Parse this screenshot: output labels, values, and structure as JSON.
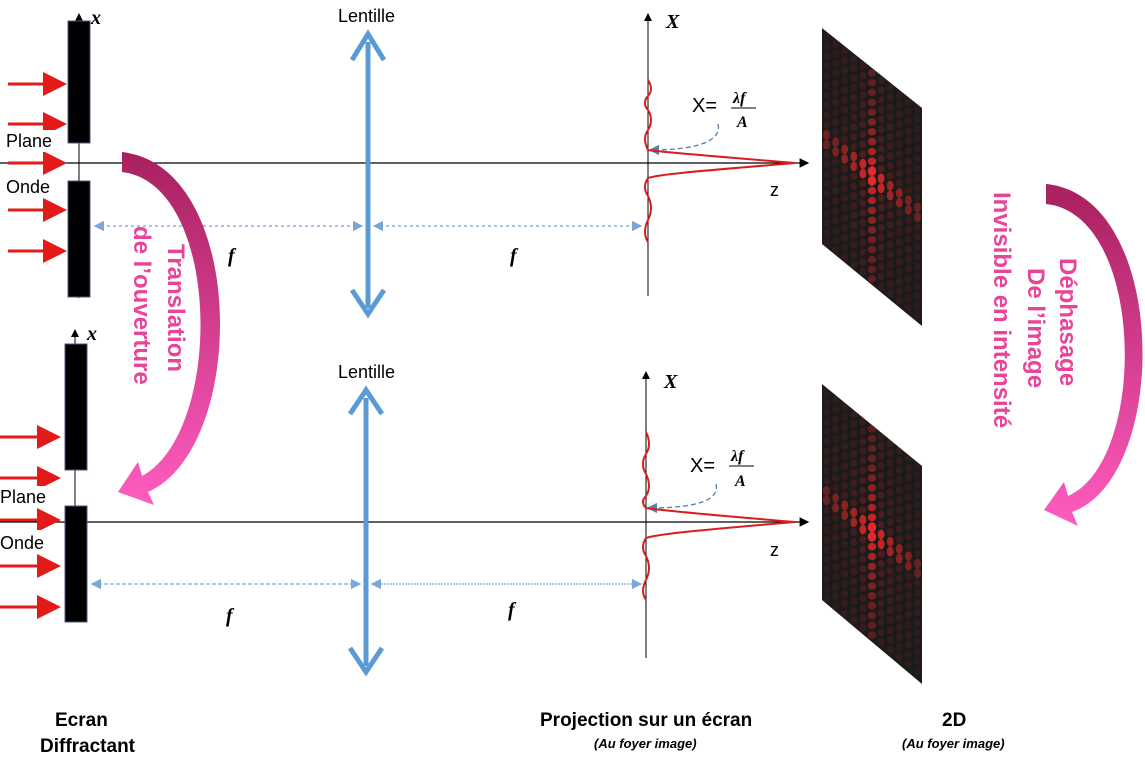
{
  "top": {
    "axis_label_x": "x",
    "wave_label_1": "Plane",
    "wave_label_2": "Onde",
    "lens_label": "Lentille",
    "f_left": "f",
    "f_right": "f",
    "screen_axis_label": "X",
    "z_label": "z",
    "formula_prefix": "X=",
    "formula_num": "λf",
    "formula_den": "A"
  },
  "bottom": {
    "axis_label_x": "x",
    "wave_label_1": "Plane",
    "wave_label_2": "Onde",
    "lens_label": "Lentille",
    "f_left": "f",
    "f_right": "f",
    "screen_axis_label": "X",
    "z_label": "z",
    "formula_prefix": "X=",
    "formula_num": "λf",
    "formula_den": "A"
  },
  "left_arrow_text": [
    "Translation",
    "de l’ouverture"
  ],
  "right_arrow_text": [
    "Déphasage",
    "De l’image",
    "Invisible en intensité"
  ],
  "captions": {
    "screen": [
      "Ecran",
      "Diffractant"
    ],
    "projection": "Projection sur un écran",
    "projection_sub": "(Au foyer image)",
    "twod": "2D",
    "twod_sub": "(Au foyer image)"
  },
  "colors": {
    "accent_pink": "#e8449a",
    "ray_red": "#e31a1a",
    "lens_blue": "#5b9bd5",
    "pattern_bg": "#1b1b1b",
    "pattern_red": "#ff2a2a"
  }
}
